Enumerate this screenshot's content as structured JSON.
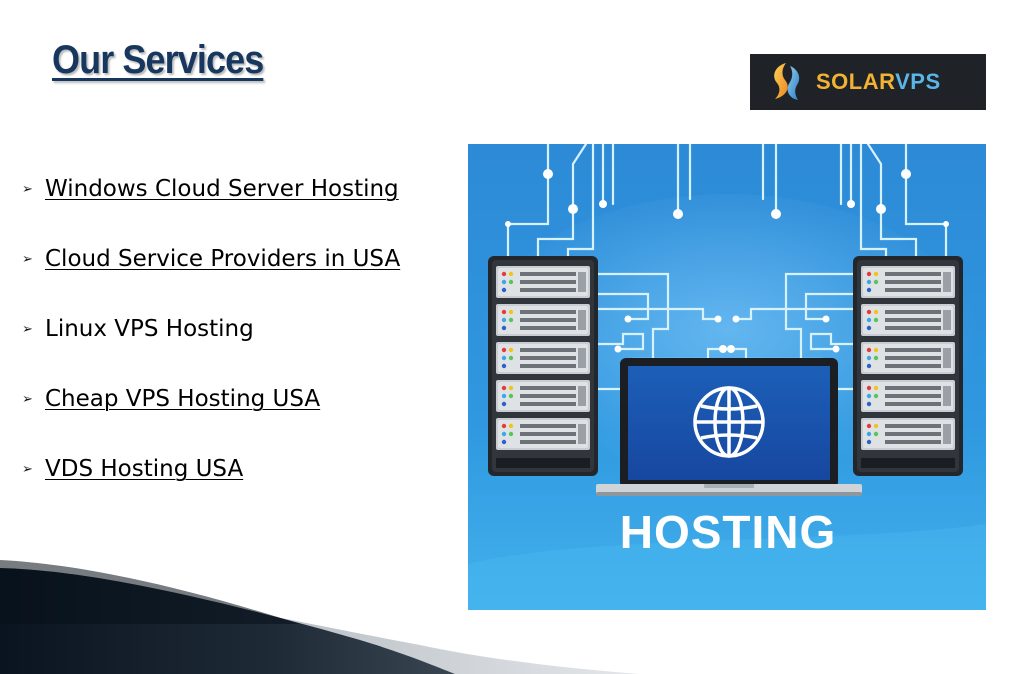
{
  "title": "Our Services",
  "logo": {
    "text_solar": "SOLAR",
    "text_vps": "VPS",
    "background": "#1f2327",
    "color_solar": "#f2b234",
    "color_vps": "#5ab5e8"
  },
  "services": [
    {
      "label": "Windows Cloud Server Hosting",
      "link": true
    },
    {
      "label": "Cloud Service Providers in USA",
      "link": true
    },
    {
      "label": "Linux VPS Hosting",
      "link": false
    },
    {
      "label": "Cheap VPS Hosting USA",
      "link": true
    },
    {
      "label": "VDS Hosting USA",
      "link": true
    }
  ],
  "bullet_glyph": "➢",
  "hero": {
    "caption": "HOSTING",
    "background": "#2b8fdb",
    "icon": "globe-icon"
  },
  "colors": {
    "title": "#17375e",
    "swoosh_dark": "#0a1420",
    "swoosh_light": "#c8ccd0"
  }
}
